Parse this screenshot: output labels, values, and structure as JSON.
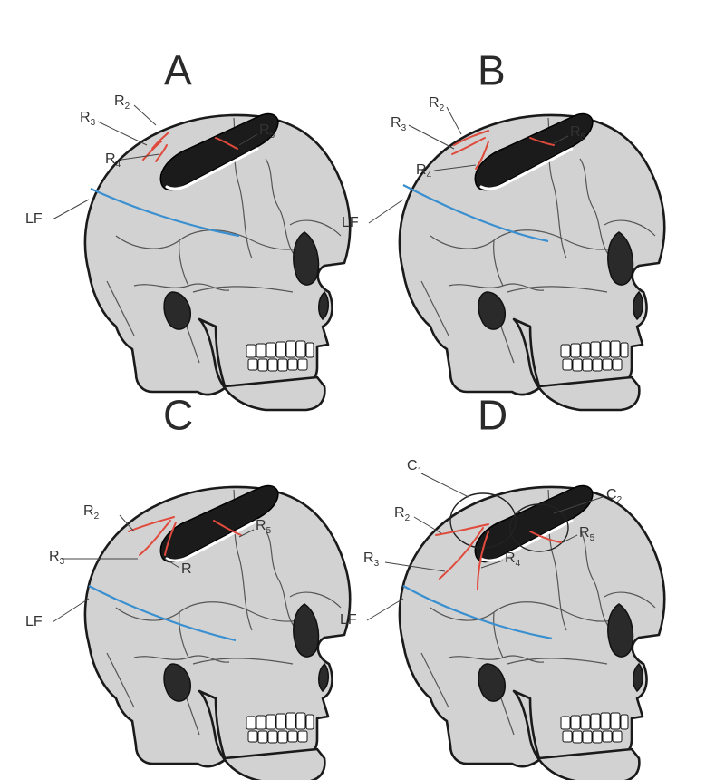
{
  "colors": {
    "fracture": "#e04a3c",
    "linear_fracture": "#3a8fd0",
    "bone": "#d2d2d2",
    "outline": "#1a1a1a"
  },
  "panels": [
    {
      "letter": "A",
      "labels": [
        {
          "id": "r2",
          "text": "R",
          "sub": "2"
        },
        {
          "id": "r3",
          "text": "R",
          "sub": "3"
        },
        {
          "id": "r4",
          "text": "R",
          "sub": "4"
        },
        {
          "id": "r5",
          "text": "R",
          "sub": "5"
        },
        {
          "id": "lf",
          "text": "LF",
          "sub": ""
        }
      ]
    },
    {
      "letter": "B",
      "labels": [
        {
          "id": "r2",
          "text": "R",
          "sub": "2"
        },
        {
          "id": "r3",
          "text": "R",
          "sub": "3"
        },
        {
          "id": "r4",
          "text": "R",
          "sub": "4"
        },
        {
          "id": "r5",
          "text": "R",
          "sub": "5"
        },
        {
          "id": "lf",
          "text": "LF",
          "sub": ""
        }
      ]
    },
    {
      "letter": "C",
      "labels": [
        {
          "id": "r2",
          "text": "R",
          "sub": "2"
        },
        {
          "id": "r3",
          "text": "R",
          "sub": "3"
        },
        {
          "id": "r4",
          "text": "R",
          "sub": ""
        },
        {
          "id": "r5",
          "text": "R",
          "sub": "5"
        },
        {
          "id": "lf",
          "text": "LF",
          "sub": ""
        }
      ]
    },
    {
      "letter": "D",
      "labels": [
        {
          "id": "c1",
          "text": "C",
          "sub": "1"
        },
        {
          "id": "c2",
          "text": "C",
          "sub": "2"
        },
        {
          "id": "r2",
          "text": "R",
          "sub": "2"
        },
        {
          "id": "r3",
          "text": "R",
          "sub": "3"
        },
        {
          "id": "r4",
          "text": "R",
          "sub": "4"
        },
        {
          "id": "r5",
          "text": "R",
          "sub": "5"
        },
        {
          "id": "lf",
          "text": "LF",
          "sub": ""
        }
      ]
    }
  ]
}
